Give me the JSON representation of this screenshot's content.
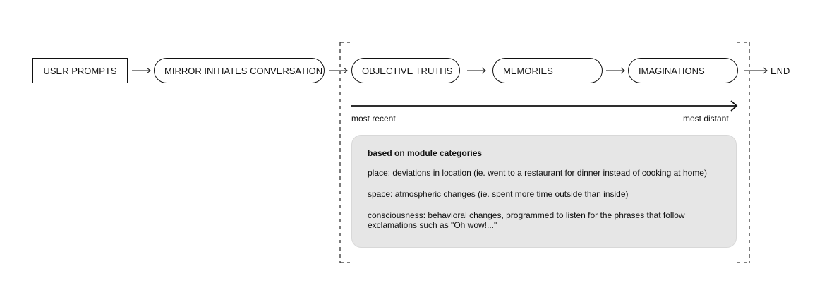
{
  "nodes": {
    "user_prompts": "USER PROMPTS",
    "mirror": "MIRROR INITIATES CONVERSATION",
    "objective_truths": "OBJECTIVE TRUTHS",
    "memories": "MEMORIES",
    "imaginations": "IMAGINATIONS",
    "end": "END"
  },
  "timeline": {
    "start_label": "most recent",
    "end_label": "most distant"
  },
  "note": {
    "title": "based on module categories",
    "lines": [
      "place: deviations in location (ie. went to a restaurant for dinner instead of cooking at home)",
      "space: atmospheric changes (ie. spent more time outside than inside)",
      "consciousness: behavioral changes, programmed to listen for the phrases that follow exclamations such as \"Oh wow!...\""
    ]
  }
}
